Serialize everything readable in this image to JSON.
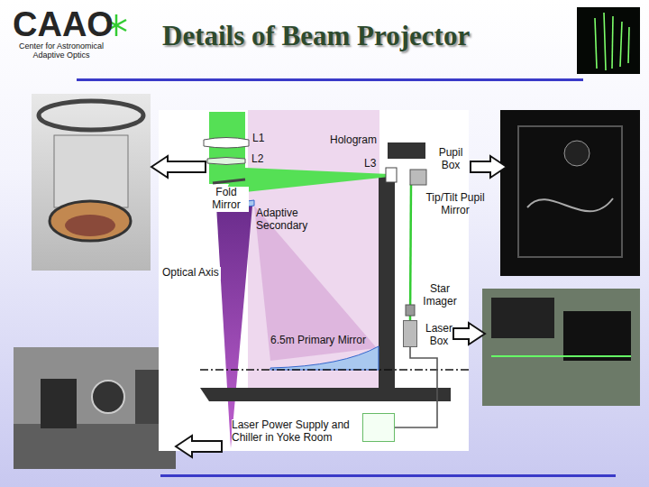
{
  "diagram": {
    "title": "Details of Beam Projector",
    "nodes": [
      {
        "text": [
          "Laser Box"
        ]
      },
      {
        "text": [
          "Laser Power Supply and Chiller in Yoke Room"
        ]
      }
    ],
    "edges": [
      {
        "from": 0,
        "to": 1,
        "arrow": "none"
      }
    ],
    "labels": [
      "CAAO",
      "Center for Astronomical Adaptive Optics",
      "L1",
      "L2",
      "Hologram",
      "L3",
      "Pupil Box",
      "Fold Mirror",
      "Tip/Tilt Pupil Mirror",
      "Adaptive Secondary",
      "Optical Axis",
      "Star Imager",
      "6.5m Primary Mirror"
    ]
  }
}
